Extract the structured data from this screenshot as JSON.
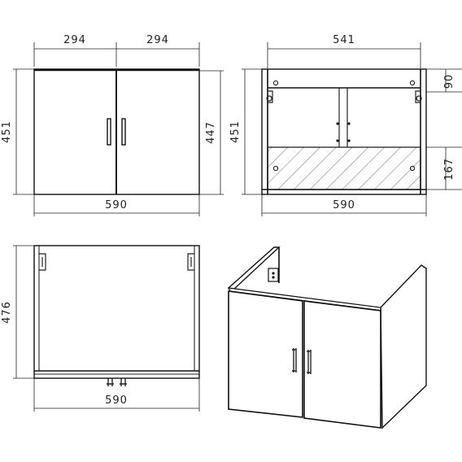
{
  "views": {
    "front": {
      "door_width_left": "294",
      "door_width_right": "294",
      "height_left": "451",
      "height_right": "447",
      "width_bottom": "590"
    },
    "back": {
      "inner_width": "541",
      "top_panel": "90",
      "height_left": "451",
      "bottom_panel": "167",
      "width_bottom": "590"
    },
    "top": {
      "depth": "476",
      "width_bottom": "590"
    }
  }
}
